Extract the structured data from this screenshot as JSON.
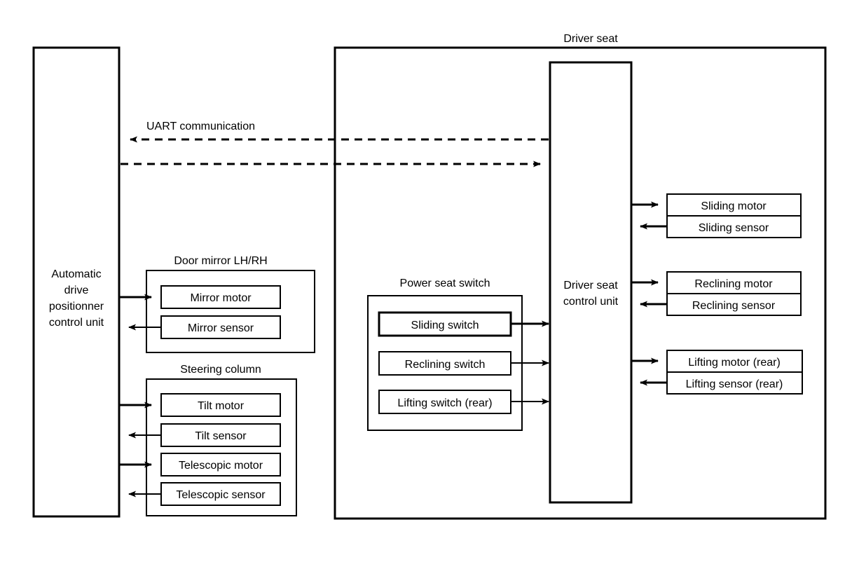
{
  "diagram": {
    "title": "Driver seat",
    "bus_label": "UART communication",
    "left_unit": {
      "name": "automatic-drive-positionner-control-unit",
      "lines": [
        "Automatic",
        "drive",
        "positionner",
        "control unit"
      ]
    },
    "seat_control_unit": {
      "name": "driver-seat-control-unit",
      "lines": [
        "Driver seat",
        "control unit"
      ]
    },
    "groups": [
      {
        "id": "door-mirror",
        "label": "Door mirror LH/RH",
        "items": [
          {
            "label": "Mirror motor",
            "direction": "out"
          },
          {
            "label": "Mirror sensor",
            "direction": "in"
          }
        ]
      },
      {
        "id": "steering-column",
        "label": "Steering column",
        "items": [
          {
            "label": "Tilt motor",
            "direction": "out"
          },
          {
            "label": "Tilt sensor",
            "direction": "in"
          },
          {
            "label": "Telescopic motor",
            "direction": "out"
          },
          {
            "label": "Telescopic sensor",
            "direction": "in"
          }
        ]
      },
      {
        "id": "power-seat-switch",
        "label": "Power seat switch",
        "items": [
          {
            "label": "Sliding switch",
            "direction": "out"
          },
          {
            "label": "Reclining switch",
            "direction": "out"
          },
          {
            "label": "Lifting switch (rear)",
            "direction": "out"
          }
        ]
      }
    ],
    "seat_actuators": [
      {
        "label": "Sliding motor",
        "direction": "out"
      },
      {
        "label": "Sliding sensor",
        "direction": "in"
      },
      {
        "label": "Reclining motor",
        "direction": "out"
      },
      {
        "label": "Reclining sensor",
        "direction": "in"
      },
      {
        "label": "Lifting motor (rear)",
        "direction": "out"
      },
      {
        "label": "Lifting sensor (rear)",
        "direction": "in"
      }
    ]
  }
}
